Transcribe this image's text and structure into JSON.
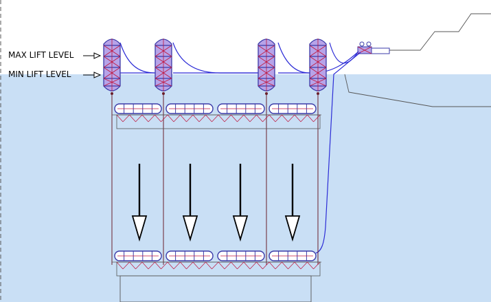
{
  "labels": {
    "max_lift_level": "MAX LIFT LEVEL",
    "min_lift_level": "MIN LIFT LEVEL"
  },
  "colors": {
    "water": "#c9dff5",
    "buoy_outline": "#3a3aa8",
    "buoy_fill": "#b7a3e8",
    "cross_bracing": "#c0143c",
    "hose_line": "#2b2bd6",
    "cable": "#6b1f2a",
    "dashed_edge": "#555555",
    "arrow": "#000000"
  },
  "diagram": {
    "buoy_count": 4,
    "arrow_count": 4,
    "pontoon_modules_per_row": 4,
    "direction": "down"
  }
}
